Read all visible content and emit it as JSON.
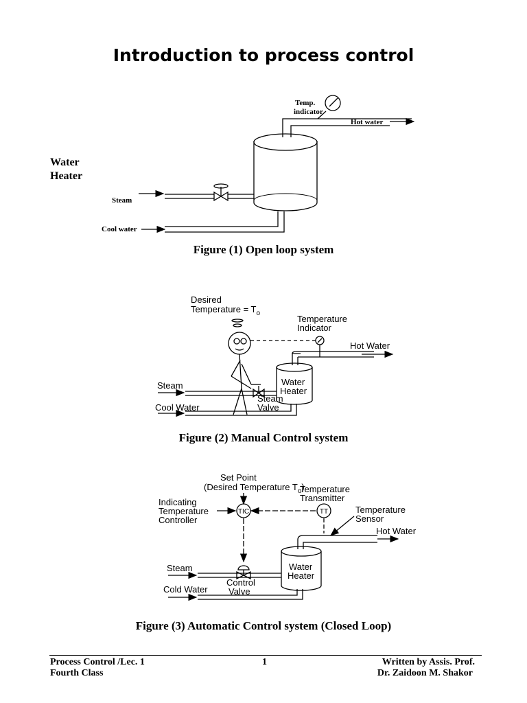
{
  "title": "Introduction to process control",
  "figure1": {
    "caption": "Figure (1) Open loop system",
    "side_label_line1": "Water",
    "side_label_line2": "Heater",
    "temp_indicator_line1": "Temp.",
    "temp_indicator_line2": "indicator",
    "hot_water": "Hot water",
    "steam": "Steam",
    "cool_water": "Cool water"
  },
  "figure2": {
    "caption": "Figure (2) Manual Control system",
    "desired_line1": "Desired",
    "desired_line2": "Temperature = T",
    "desired_sub": "o",
    "temp_indicator_line1": "Temperature",
    "temp_indicator_line2": "Indicator",
    "hot_water": "Hot Water",
    "heater_line1": "Water",
    "heater_line2": "Heater",
    "steam": "Steam",
    "steam_valve_line1": "Steam",
    "steam_valve_line2": "Valve",
    "cool_water": "Cool Water"
  },
  "figure3": {
    "caption": "Figure (3) Automatic Control system (Closed Loop)",
    "set_point_line1": "Set Point",
    "set_point_line2": "(Desired Temperature T",
    "set_point_sub": "o",
    "set_point_close": ")",
    "transmitter_line1": "Temperature",
    "transmitter_line2": "Transmitter",
    "controller_line1": "Indicating",
    "controller_line2": "Temperature",
    "controller_line3": "Controller",
    "tic": "TIC",
    "tt": "TT",
    "sensor_line1": "Temperature",
    "sensor_line2": "Sensor",
    "hot_water": "Hot Water",
    "steam": "Steam",
    "heater_line1": "Water",
    "heater_line2": "Heater",
    "control_valve_line1": "Control",
    "control_valve_line2": "Valve",
    "cold_water": "Cold Water"
  },
  "footer": {
    "left_line1": "Process Control /Lec. 1",
    "left_line2": "Fourth Class",
    "page_number": "1",
    "right_line1": "Written by Assis. Prof.",
    "right_line2": "Dr. Zaidoon M. Shakor"
  }
}
